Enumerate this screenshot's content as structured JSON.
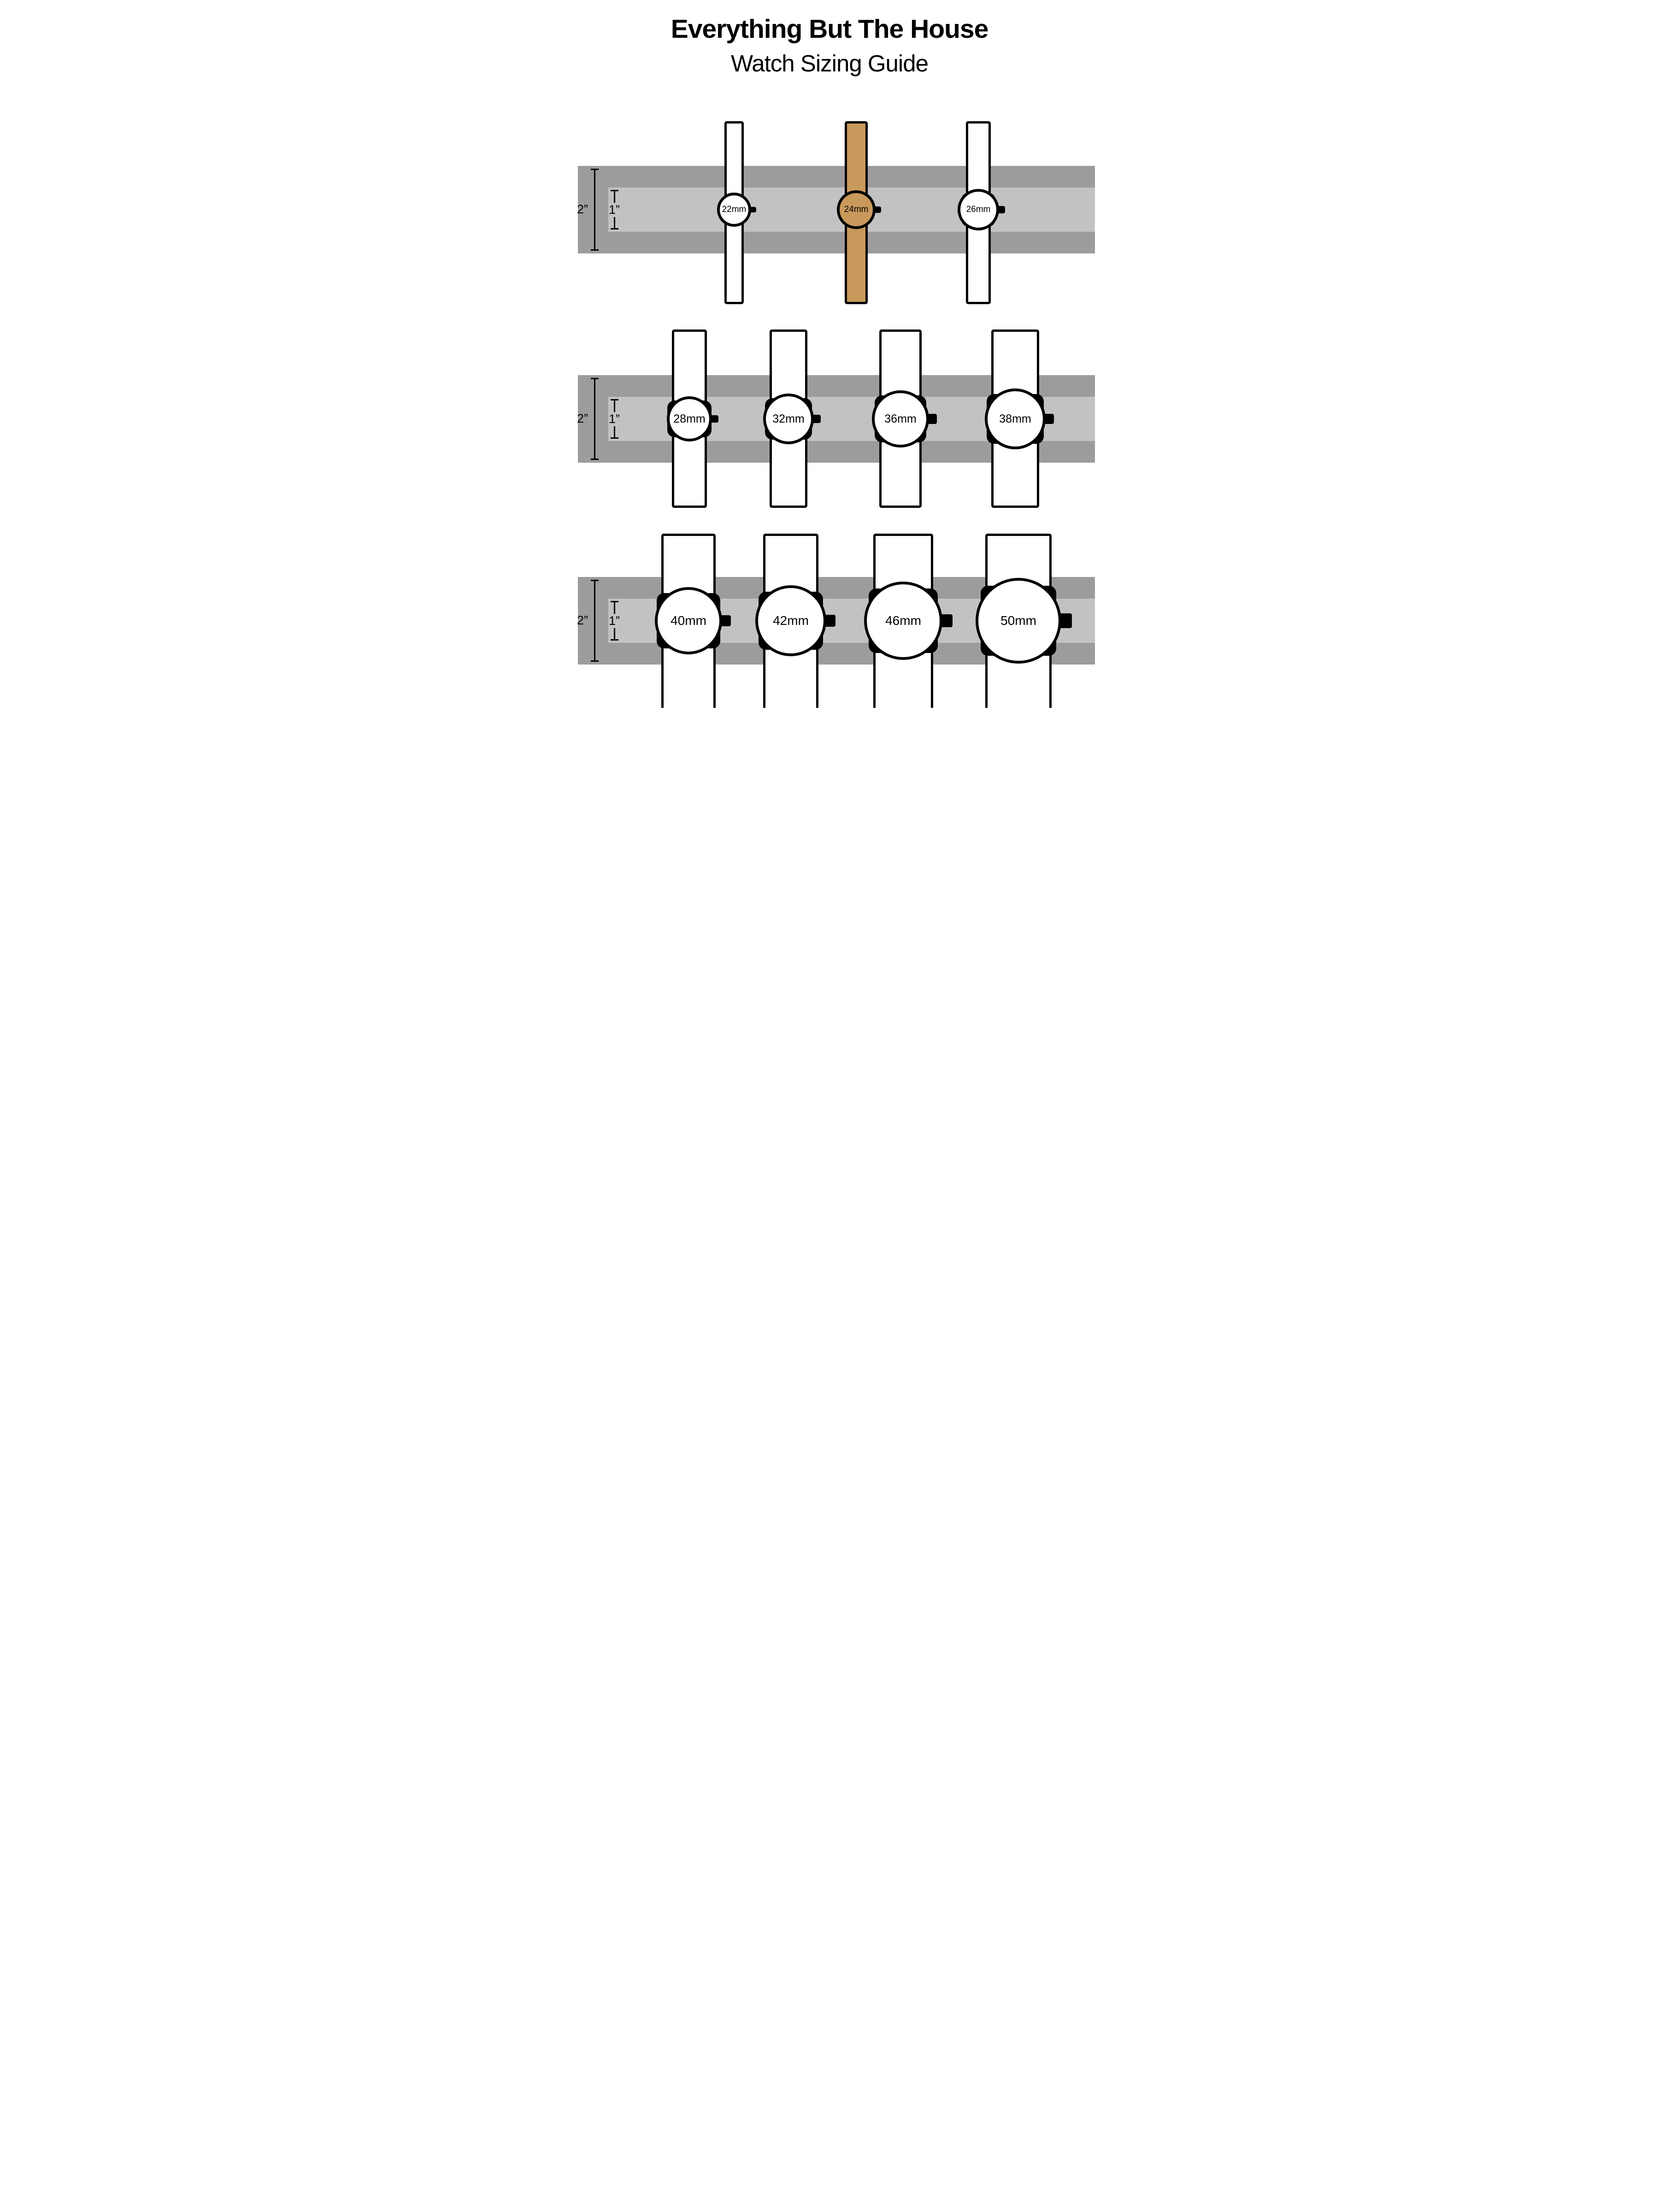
{
  "title": {
    "line1": "Everything But The House",
    "line2": "Watch Sizing Guide"
  },
  "measurements": {
    "outer": "2”",
    "inner": "1”"
  },
  "colors": {
    "highlight": "#C9995C",
    "band_outer": "#9C9C9C",
    "band_inner": "#C2C2C2",
    "outline": "#000000"
  },
  "rows": [
    {
      "watches": [
        {
          "label": "22mm",
          "size_mm": 22,
          "highlighted": false
        },
        {
          "label": "24mm",
          "size_mm": 24,
          "highlighted": true
        },
        {
          "label": "26mm",
          "size_mm": 26,
          "highlighted": false
        }
      ]
    },
    {
      "watches": [
        {
          "label": "28mm",
          "size_mm": 28,
          "highlighted": false
        },
        {
          "label": "32mm",
          "size_mm": 32,
          "highlighted": false
        },
        {
          "label": "36mm",
          "size_mm": 36,
          "highlighted": false
        },
        {
          "label": "38mm",
          "size_mm": 38,
          "highlighted": false
        }
      ]
    },
    {
      "watches": [
        {
          "label": "40mm",
          "size_mm": 40,
          "highlighted": false
        },
        {
          "label": "42mm",
          "size_mm": 42,
          "highlighted": false
        },
        {
          "label": "46mm",
          "size_mm": 46,
          "highlighted": false
        },
        {
          "label": "50mm",
          "size_mm": 50,
          "highlighted": false
        }
      ]
    }
  ]
}
